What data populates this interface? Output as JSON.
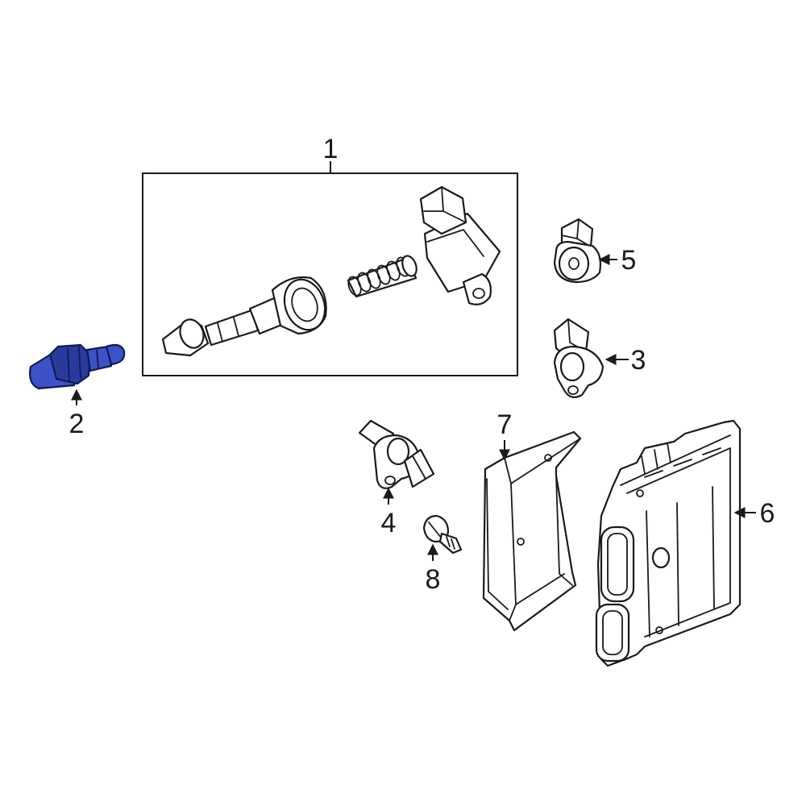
{
  "highlight_color": "#3d52c8",
  "highlight_dark": "#2a3b9e",
  "line_color": "#1a1a1a",
  "highlighted_callout": "2",
  "callouts": {
    "c1": "1",
    "c2": "2",
    "c3": "3",
    "c4": "4",
    "c5": "5",
    "c6": "6",
    "c7": "7",
    "c8": "8"
  }
}
